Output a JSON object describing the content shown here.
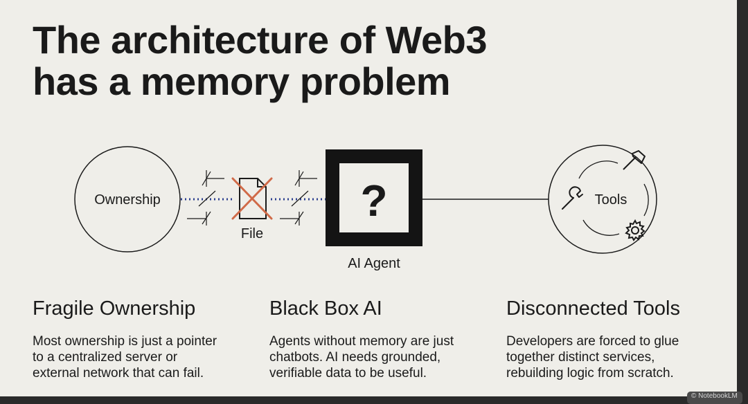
{
  "slide": {
    "title_lines": [
      "The architecture of Web3",
      "has a memory problem"
    ]
  },
  "diagram": {
    "ownership_label": "Ownership",
    "file_label": "File",
    "agent_symbol": "?",
    "agent_label": "AI Agent",
    "tools_label": "Tools",
    "icons": [
      "file-icon",
      "hammer-icon",
      "wrench-icon",
      "gear-icon"
    ],
    "colors": {
      "dotted_link": "#2b3f8f",
      "cross": "#d06a48"
    }
  },
  "columns": [
    {
      "heading": "Fragile Ownership",
      "lines": [
        "Most ownership is just a pointer",
        "to a centralized server or",
        "external network that can fail."
      ]
    },
    {
      "heading": "Black Box AI",
      "lines": [
        "Agents without memory are just",
        "chatbots. AI needs grounded,",
        "verifiable data to be useful."
      ]
    },
    {
      "heading": "Disconnected Tools",
      "lines": [
        "Developers are forced to glue",
        "together distinct services,",
        "rebuilding logic from scratch."
      ]
    }
  ],
  "watermark": "© NotebookLM"
}
